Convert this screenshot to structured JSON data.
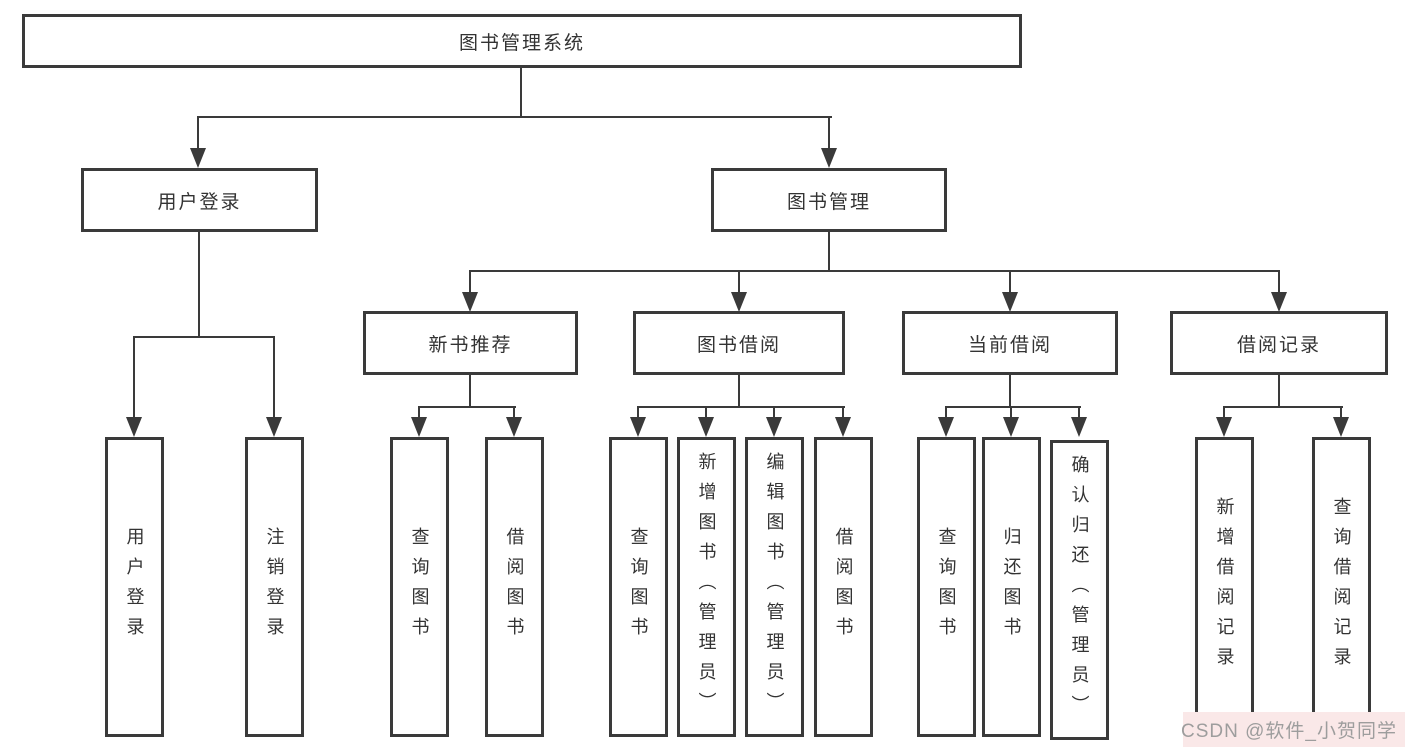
{
  "colors": {
    "line": "#3a3a3a",
    "text": "#333333",
    "background": "#ffffff",
    "watermark_text": "#9d9d9d",
    "watermark_band": "#fae8e8"
  },
  "diagram": {
    "root": {
      "label": "图书管理系统"
    },
    "branches": [
      {
        "label": "用户登录",
        "children": [
          {
            "label": "用户登录"
          },
          {
            "label": "注销登录"
          }
        ]
      },
      {
        "label": "图书管理",
        "children": [
          {
            "label": "新书推荐",
            "children": [
              {
                "label": "查询图书"
              },
              {
                "label": "借阅图书"
              }
            ]
          },
          {
            "label": "图书借阅",
            "children": [
              {
                "label": "查询图书"
              },
              {
                "label": "新增图书（管理员）"
              },
              {
                "label": "编辑图书（管理员）"
              },
              {
                "label": "借阅图书"
              }
            ]
          },
          {
            "label": "当前借阅",
            "children": [
              {
                "label": "查询图书"
              },
              {
                "label": "归还图书"
              },
              {
                "label": "确认归还（管理员）"
              }
            ]
          },
          {
            "label": "借阅记录",
            "children": [
              {
                "label": "新增借阅记录"
              },
              {
                "label": "查询借阅记录"
              }
            ]
          }
        ]
      }
    ]
  },
  "watermark": {
    "text": "CSDN @软件_小贺同学"
  }
}
